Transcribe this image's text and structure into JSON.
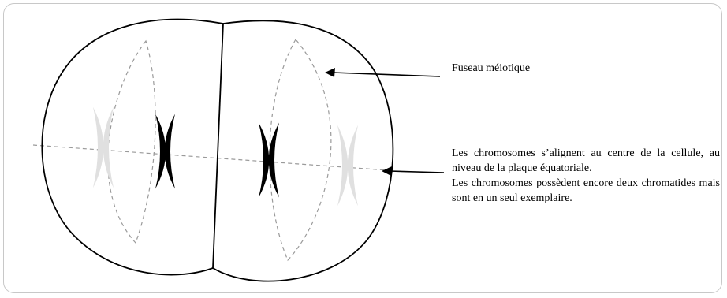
{
  "labels": {
    "spindle": "Fuseau méiotique",
    "alignment": "Les chromosomes s’alignent au centre de la cellule, au niveau de la plaque équatoriale.",
    "chromatids": "Les chromosomes possèdent encore deux chromatides mais sont en un seul exemplaire."
  },
  "colors": {
    "outline": "#000000",
    "dashed": "#9a9a9a",
    "chromosome_dark": "#000000",
    "chromosome_light": "#e0e0e0",
    "frame": "#c8c8c8"
  }
}
